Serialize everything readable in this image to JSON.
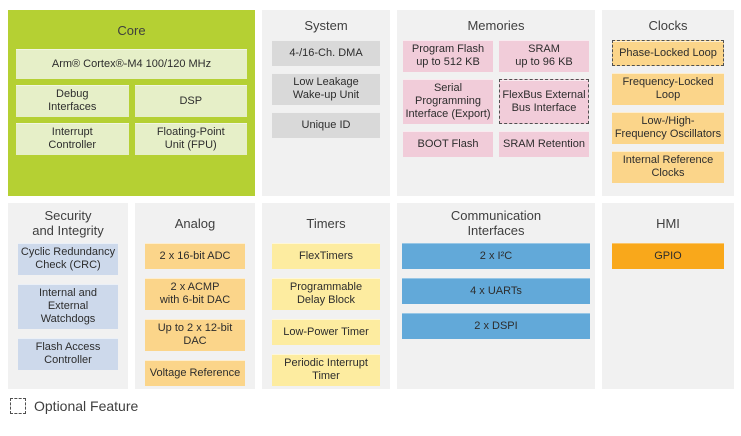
{
  "legend": {
    "label": "Optional Feature"
  },
  "colors": {
    "panel_bg": "#f1f1f1",
    "core_panel": "#b5d033",
    "core_item": "#e6efc8",
    "gray_item": "#d9d9d9",
    "pink_item": "#f1ccd9",
    "peach_item": "#fbd58a",
    "yellow_item": "#fdeca0",
    "blue_item": "#62a9d9",
    "bluegray_item": "#cdd9eb",
    "orange_item": "#f9a81b",
    "title_text": "#3f3f3f",
    "item_text": "#2d2d2d"
  },
  "panels": {
    "core": {
      "title": "Core",
      "items": [
        "Arm® Cortex®-M4 100/120 MHz",
        "Debug\nInterfaces",
        "DSP",
        "Interrupt\nController",
        "Floating-Point\nUnit (FPU)"
      ]
    },
    "system": {
      "title": "System",
      "items": [
        "4-/16-Ch. DMA",
        "Low Leakage\nWake-up Unit",
        "Unique ID"
      ]
    },
    "memories": {
      "title": "Memories",
      "items": [
        "Program Flash\nup to 512 KB",
        "SRAM\nup to 96 KB",
        "Serial Programming\nInterface (Export)",
        "FlexBus External\nBus Interface",
        "BOOT Flash",
        "SRAM Retention"
      ]
    },
    "clocks": {
      "title": "Clocks",
      "items": [
        "Phase-Locked Loop",
        "Frequency-Locked\nLoop",
        "Low-/High-\nFrequency Oscillators",
        "Internal Reference\nClocks"
      ]
    },
    "security": {
      "title": "Security\nand Integrity",
      "items": [
        "Cyclic Redundancy\nCheck (CRC)",
        "Internal and\nExternal Watchdogs",
        "Flash Access\nController"
      ]
    },
    "analog": {
      "title": "Analog",
      "items": [
        "2 x 16-bit ADC",
        "2 x ACMP\nwith 6-bit DAC",
        "Up to 2 x 12-bit DAC",
        "Voltage Reference"
      ]
    },
    "timers": {
      "title": "Timers",
      "items": [
        "FlexTimers",
        "Programmable\nDelay Block",
        "Low-Power Timer",
        "Periodic Interrupt\nTimer"
      ]
    },
    "comm": {
      "title": "Communication\nInterfaces",
      "items": [
        "2 x I²C",
        "4 x UARTs",
        "2 x DSPI"
      ]
    },
    "hmi": {
      "title": "HMI",
      "items": [
        "GPIO"
      ]
    }
  }
}
